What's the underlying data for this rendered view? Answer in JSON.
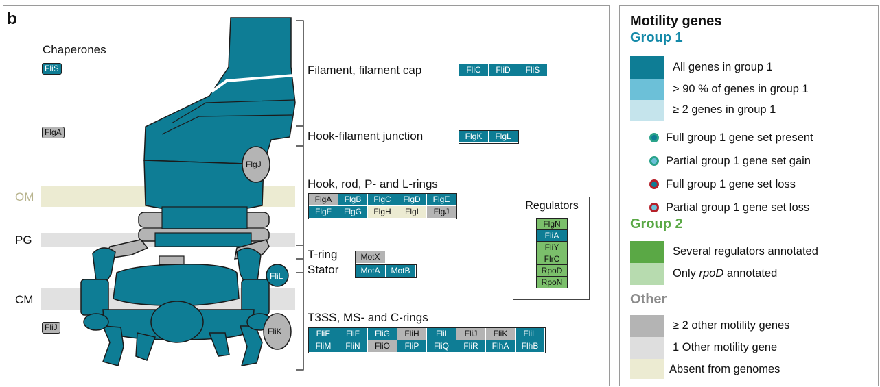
{
  "panel_letter": "b",
  "membranes": {
    "om": "OM",
    "pg": "PG",
    "cm": "CM"
  },
  "chaperones": {
    "title": "Chaperones",
    "flis": "FliS",
    "flga": "FlgA",
    "flij": "FliJ"
  },
  "float_labels": {
    "flgj": "FlgJ",
    "flil": "FliL",
    "flik": "FliK"
  },
  "sections": {
    "filament": {
      "label": "Filament, filament cap",
      "genes": [
        "FliC",
        "FliD",
        "FliS"
      ]
    },
    "hook_junction": {
      "label": "Hook-filament junction",
      "genes": [
        "FlgK",
        "FlgL"
      ]
    },
    "hook_rod": {
      "label": "Hook, rod, P- and L-rings",
      "row1": [
        "FlgA",
        "FlgB",
        "FlgC",
        "FlgD",
        "FlgE"
      ],
      "row2": [
        "FlgF",
        "FlgG",
        "FlgH",
        "FlgI",
        "FlgJ"
      ]
    },
    "tring": {
      "label": "T-ring",
      "genes": [
        "MotX"
      ]
    },
    "stator": {
      "label": "Stator",
      "genes": [
        "MotA",
        "MotB"
      ]
    },
    "t3ss": {
      "label": "T3SS, MS- and C-rings",
      "row1": [
        "FliE",
        "FliF",
        "FliG",
        "FliH",
        "FliI",
        "FliJ",
        "FliK",
        "FliL"
      ],
      "row2": [
        "FliM",
        "FliN",
        "FliO",
        "FliP",
        "FliQ",
        "FliR",
        "FlhA",
        "FlhB"
      ]
    }
  },
  "regulators": {
    "title": "Regulators",
    "genes": [
      "FlgN",
      "FliA",
      "FliY",
      "FlrC",
      "RpoD",
      "RpoN"
    ]
  },
  "legend": {
    "title": "Motility genes",
    "group1": {
      "heading": "Group 1",
      "items": [
        "All genes in group 1",
        "> 90 % of genes in group 1",
        "≥ 2 genes in group 1"
      ],
      "dots": [
        "Full group 1 gene set present",
        "Partial group 1 gene set gain",
        "Full group 1 gene set loss",
        "Partial group 1 gene set loss"
      ]
    },
    "group2": {
      "heading": "Group 2",
      "items": [
        "Several regulators annotated"
      ],
      "only_prefix": "Only ",
      "only_gene": "rpoD",
      "only_suffix": " annotated"
    },
    "other": {
      "heading": "Other",
      "items": [
        "≥ 2 other motility genes",
        "1 Other motility gene",
        "Absent from genomes"
      ]
    }
  },
  "colors": {
    "teal": "#0e7d95",
    "teal_mid": "#6cc0d8",
    "teal_light": "#c5e4ec",
    "green_dark": "#5aa845",
    "green_light": "#b7dbaf",
    "gray_dark": "#b4b4b4",
    "gray_light": "#dedede",
    "cream": "#ecebd2",
    "group1_text": "#1489a8",
    "group2_text": "#5aa845",
    "other_text": "#8c8c8c"
  },
  "gene_colors": {
    "teal": [
      "FliC",
      "FliD",
      "FliS",
      "FlgK",
      "FlgL",
      "FlgB",
      "FlgC",
      "FlgD",
      "FlgE",
      "FlgF",
      "FlgG",
      "MotA",
      "MotB",
      "FliE",
      "FliF",
      "FliG",
      "FliI",
      "FliL",
      "FliM",
      "FliN",
      "FliP",
      "FliQ",
      "FliR",
      "FlhA",
      "FlhB",
      "FliA"
    ],
    "gray": [
      "FlgA",
      "FlgJ",
      "MotX",
      "FliH",
      "FliJ",
      "FliK",
      "FliO"
    ],
    "cream": [
      "FlgH",
      "FlgI"
    ],
    "green": [
      "FlgN",
      "FliY",
      "FlrC",
      "RpoD",
      "RpoN"
    ]
  }
}
